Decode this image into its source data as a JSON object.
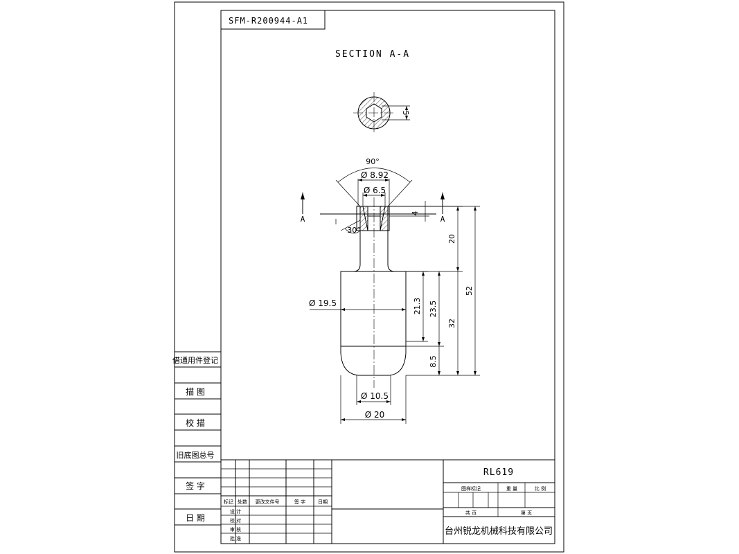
{
  "drawing": {
    "number": "SFM-R200944-A1",
    "section_title": "SECTION A-A",
    "section_marks": [
      "A",
      "A"
    ]
  },
  "side_strip": {
    "items": [
      "借通用件登记",
      "描  图",
      "校  描",
      "旧底图总号",
      "签  字",
      "日  期"
    ]
  },
  "dimensions": {
    "section_hex": "5",
    "angle_top": "90°",
    "dia_8_92": "Ø 8.92",
    "dia_6_5": "Ø 6.5",
    "depth_4": "4",
    "angle_30": "30°",
    "len_20": "20",
    "len_52": "52",
    "dia_19_5": "Ø 19.5",
    "len_21_3": "21.3",
    "len_23_5": "23.5",
    "len_32": "32",
    "len_8_5": "8.5",
    "dia_10_5": "Ø 10.5",
    "dia_20": "Ø 20"
  },
  "title_block": {
    "part_no": "RL619",
    "company": "台州锐龙机械科技有限公司",
    "rev_headers": [
      "标记",
      "处数",
      "更改文件号",
      "签 字",
      "日期"
    ],
    "sign_rows": [
      "设 计",
      "校 对",
      "审 核",
      "批 准"
    ],
    "label_stage": "图样标记",
    "label_weight": "重 量",
    "label_scale": "比 例",
    "label_total": "共  页",
    "label_sheet": "第  页"
  }
}
